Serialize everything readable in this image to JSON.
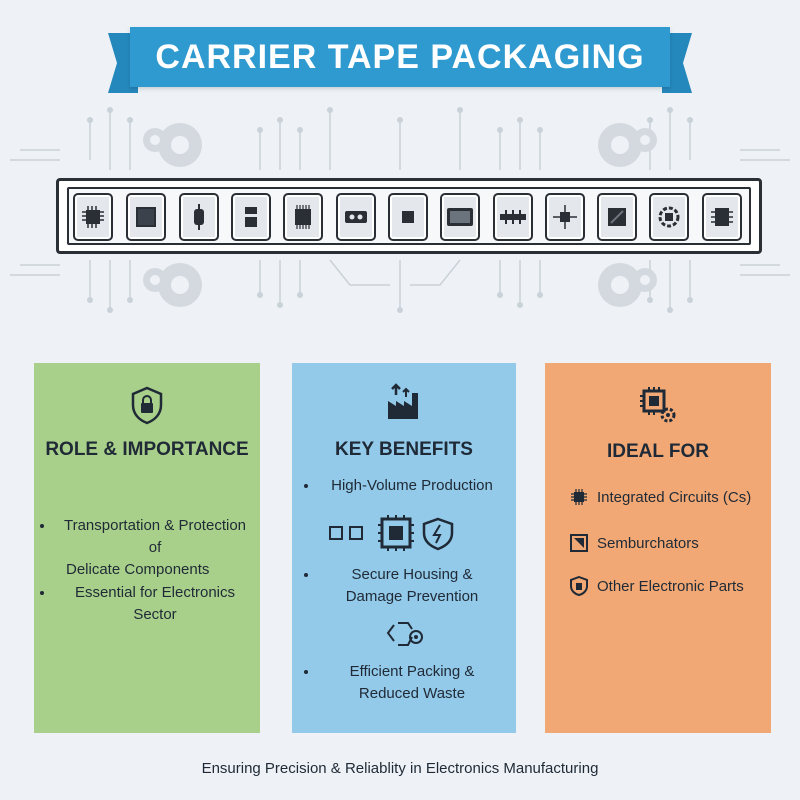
{
  "header": {
    "title": "CARRIER TAPE PACKAGING"
  },
  "tape": {
    "component_icons": [
      "ic-chip-icon",
      "large-chip-icon",
      "resistor-icon",
      "capacitor-icon",
      "qfp-chip-icon",
      "led-chip-icon",
      "small-chip-icon",
      "lcd-module-icon",
      "transistor-icon",
      "diode-icon",
      "angled-chip-icon",
      "gear-chip-icon",
      "sop-chip-icon"
    ]
  },
  "cards": {
    "role": {
      "title": "ROLE & IMPORTANCE",
      "icon": "shield-lock-icon",
      "color": "#a9d08b",
      "bullets": [
        {
          "line1": "Transportation & Protection of",
          "line2": "Delicate Components"
        },
        {
          "line1": "Essential for Electronics Sector",
          "line2": ""
        }
      ]
    },
    "benefits": {
      "title": "KEY BENEFITS",
      "icon": "factory-icon",
      "color": "#93c9e9",
      "bullets": [
        {
          "line1": "High-Volume Production",
          "line2": ""
        },
        {
          "line1": "Secure Housing &",
          "line2": "Damage Prevention"
        },
        {
          "line1": "Efficient Packing &",
          "line2": "Reduced Waste"
        }
      ]
    },
    "ideal": {
      "title": "IDEAL FOR",
      "icon": "chip-gear-icon",
      "color": "#f2a874",
      "items": [
        {
          "label": "Integrated Circuits (Cs)",
          "icon": "chip-icon"
        },
        {
          "label": "Semburchators",
          "icon": "semiconductor-icon"
        },
        {
          "label": "Other Electronic Parts",
          "icon": "shield-part-icon"
        }
      ]
    }
  },
  "footer": {
    "text": "Ensuring Precision & Reliablity in Electronics Manufacturing"
  }
}
